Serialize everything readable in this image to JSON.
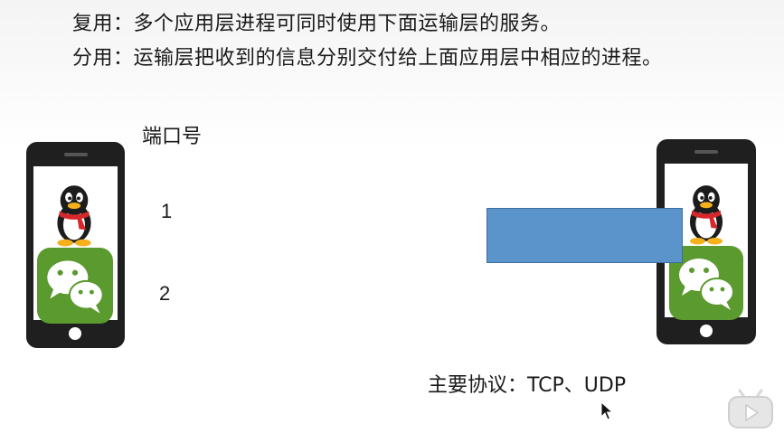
{
  "definitions": {
    "multiplexing": "复用：多个应用层进程可同时使用下面运输层的服务。",
    "demultiplexing": "分用：运输层把收到的信息分别交付给上面应用层中相应的进程。"
  },
  "ports": {
    "heading": "端口号",
    "numbers": [
      "1",
      "2"
    ]
  },
  "protocols": "主要协议：TCP、UDP",
  "colors": {
    "phone_body": "#1f1f1f",
    "wechat_green": "#5a9a2e",
    "data_block": "#5b93cb",
    "penguin_scarf": "#d6272b",
    "penguin_feet": "#f5b11b"
  },
  "icons": {
    "qq": "qq-penguin-icon",
    "wechat": "wechat-icon",
    "cursor": "mouse-cursor-icon",
    "play": "play-icon"
  }
}
